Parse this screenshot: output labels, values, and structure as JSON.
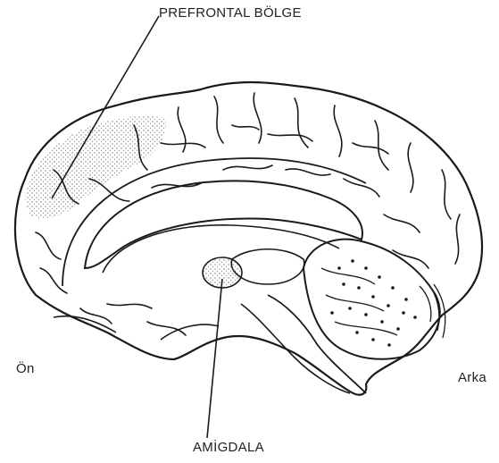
{
  "labels": {
    "prefrontal": "PREFRONTAL BÖLGE",
    "amygdala": "AMİGDALA",
    "front": "Ön",
    "back": "Arka"
  },
  "colors": {
    "ink": "#1a1a1a",
    "stipple": "#555555",
    "background": "#ffffff"
  }
}
